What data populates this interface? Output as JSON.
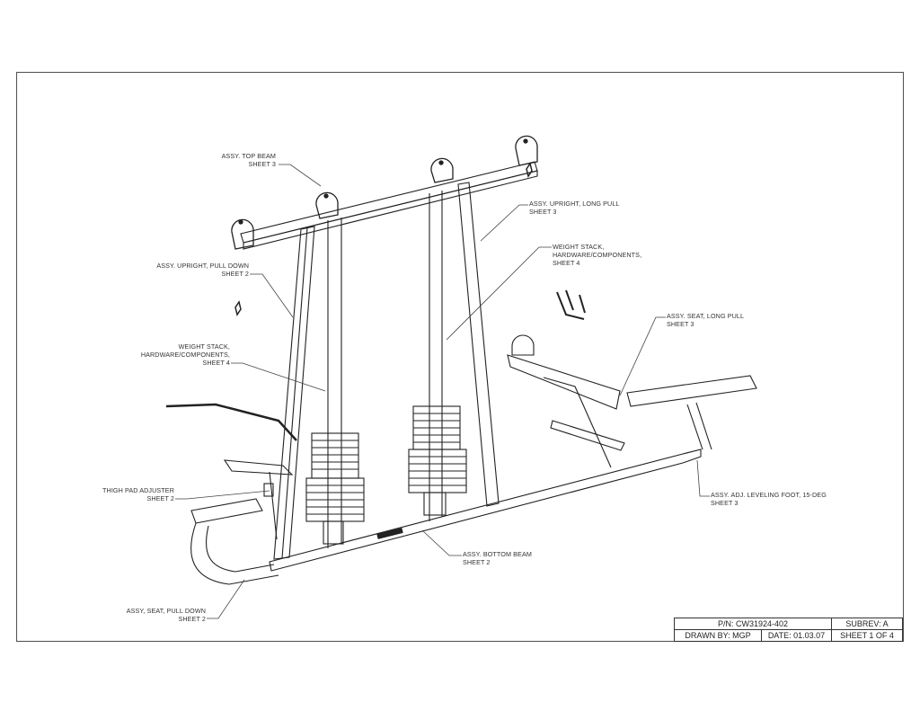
{
  "callouts": {
    "top_beam": {
      "line1": "ASSY. TOP BEAM",
      "line2": "SHEET 3"
    },
    "upright_pull_down": {
      "line1": "ASSY. UPRIGHT, PULL DOWN",
      "line2": "SHEET 2"
    },
    "weight_stack_left": {
      "line1": "WEIGHT STACK,",
      "line2": "HARDWARE/COMPONENTS,",
      "line3": "SHEET 4"
    },
    "thigh_pad_adjuster": {
      "line1": "THIGH PAD ADJUSTER",
      "line2": "SHEET 2"
    },
    "seat_pull_down": {
      "line1": "ASSY, SEAT, PULL DOWN",
      "line2": "SHEET 2"
    },
    "upright_long_pull": {
      "line1": "ASSY. UPRIGHT, LONG PULL",
      "line2": "SHEET 3"
    },
    "weight_stack_right": {
      "line1": "WEIGHT STACK,",
      "line2": "HARDWARE/COMPONENTS,",
      "line3": "SHEET 4"
    },
    "seat_long_pull": {
      "line1": "ASSY. SEAT, LONG PULL",
      "line2": "SHEET 3"
    },
    "leveling_foot": {
      "line1": "ASSY. ADJ. LEVELING FOOT, 15-DEG",
      "line2": "SHEET 3"
    },
    "bottom_beam": {
      "line1": "ASSY. BOTTOM BEAM",
      "line2": "SHEET 2"
    }
  },
  "title_block": {
    "part_number": "P/N: CW31924-402",
    "subrev": "SUBREV: A",
    "drawn_by": "DRAWN BY: MGP",
    "date": "DATE: 01.03.07",
    "sheet": "SHEET 1 OF 4"
  }
}
